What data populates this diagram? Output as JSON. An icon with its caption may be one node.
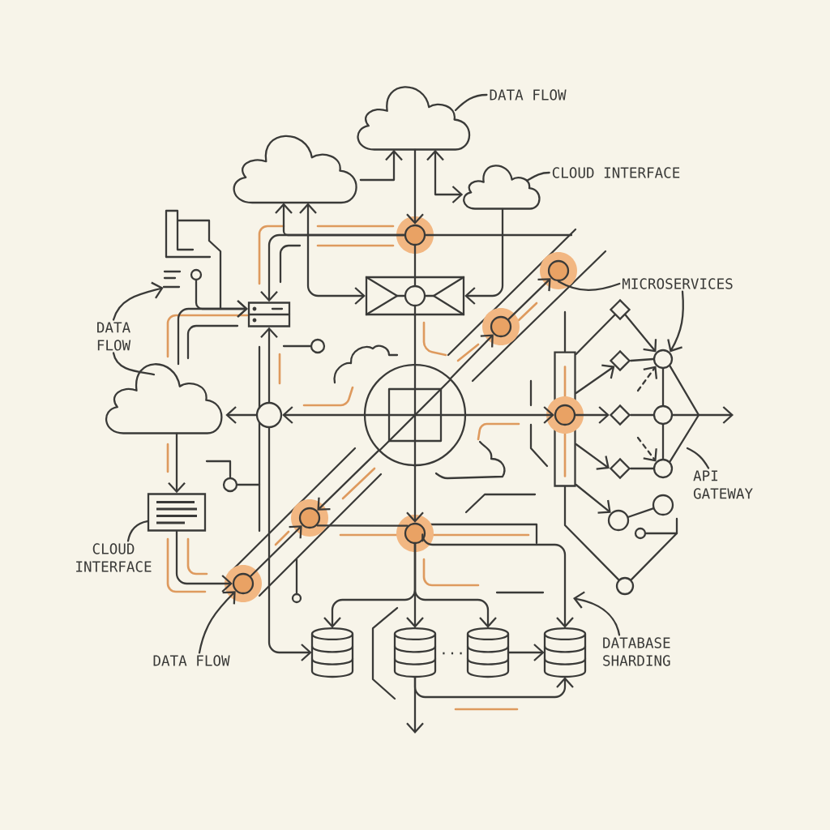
{
  "diagram": {
    "nodes": [
      {
        "text": [],
        "shape": "cloud"
      },
      {
        "text": [
          "DATA FLOW"
        ]
      },
      {
        "text": [],
        "shape": "cloud"
      },
      {
        "text": [],
        "shape": "cloud"
      },
      {
        "text": [
          "CLOUD INTERFACE"
        ]
      },
      {
        "text": [],
        "shape": "circle"
      },
      {
        "text": [],
        "shape": "envelope"
      },
      {
        "text": [],
        "shape": "server"
      },
      {
        "text": [],
        "shape": "cloud"
      },
      {
        "text": [
          "DATA FLOW"
        ]
      },
      {
        "text": [],
        "shape": "circle"
      },
      {
        "text": [],
        "shape": "circle"
      },
      {
        "text": [],
        "shape": "box"
      },
      {
        "text": [
          "CLOUD INTERFACE"
        ]
      },
      {
        "text": [],
        "shape": "circle"
      },
      {
        "text": [
          "DATA FLOW"
        ]
      },
      {
        "text": [],
        "shape": "circle"
      },
      {
        "text": [],
        "shape": "circle"
      },
      {
        "text": [],
        "shape": "circle"
      },
      {
        "text": [],
        "shape": "circle"
      },
      {
        "text": [
          "MICROSERVICES"
        ]
      },
      {
        "text": [],
        "shape": "bar"
      },
      {
        "text": [],
        "shape": "circle"
      },
      {
        "text": [],
        "shape": "diamond"
      },
      {
        "text": [],
        "shape": "diamond"
      },
      {
        "text": [],
        "shape": "diamond"
      },
      {
        "text": [],
        "shape": "diamond"
      },
      {
        "text": [],
        "shape": "circle"
      },
      {
        "text": [],
        "shape": "circle"
      },
      {
        "text": [],
        "shape": "circle"
      },
      {
        "text": [],
        "shape": "circle"
      },
      {
        "text": [],
        "shape": "circle"
      },
      {
        "text": [],
        "shape": "circle"
      },
      {
        "text": [],
        "shape": "circle"
      },
      {
        "text": [
          "API GATEWAY"
        ]
      },
      {
        "text": [],
        "shape": "cylinder"
      },
      {
        "text": [],
        "shape": "cylinder"
      },
      {
        "text": [],
        "shape": "cylinder"
      },
      {
        "text": [],
        "shape": "cylinder"
      },
      {
        "text": [
          "DATABASE SHARDING"
        ]
      },
      {
        "text": [],
        "shape": "lines"
      },
      {
        "text": [],
        "shape": "circle"
      }
    ],
    "edges": [
      {
        "from": 1,
        "to": 0,
        "arrow": "none"
      },
      {
        "from": 4,
        "to": 3,
        "arrow": "none"
      },
      {
        "from": 0,
        "to": 5,
        "arrow": "to"
      },
      {
        "from": 2,
        "to": 0,
        "arrow": "to"
      },
      {
        "from": 0,
        "to": 3,
        "arrow": "both"
      },
      {
        "from": 3,
        "to": 6,
        "arrow": "to"
      },
      {
        "from": 5,
        "to": 6,
        "arrow": "none"
      },
      {
        "from": 6,
        "to": 11,
        "arrow": "none"
      },
      {
        "from": 5,
        "to": 7,
        "arrow": "to"
      },
      {
        "from": 2,
        "to": 6,
        "arrow": "both"
      },
      {
        "from": 5,
        "to": 2,
        "arrow": "to"
      },
      {
        "from": 8,
        "to": 7,
        "arrow": "to"
      },
      {
        "from": 11,
        "to": 10,
        "arrow": "to"
      },
      {
        "from": 10,
        "to": 8,
        "arrow": "to"
      },
      {
        "from": 10,
        "to": 7,
        "arrow": "to"
      },
      {
        "from": 10,
        "to": 35,
        "arrow": "to"
      },
      {
        "from": 8,
        "to": 12,
        "arrow": "to"
      },
      {
        "from": 12,
        "to": 14,
        "arrow": "to"
      },
      {
        "from": 14,
        "to": 16,
        "arrow": "to"
      },
      {
        "from": 11,
        "to": 16,
        "arrow": "to"
      },
      {
        "from": 16,
        "to": 17,
        "arrow": "none"
      },
      {
        "from": 11,
        "to": 17,
        "arrow": "to"
      },
      {
        "from": 17,
        "to": 36,
        "arrow": "to"
      },
      {
        "from": 17,
        "to": 35,
        "arrow": "to"
      },
      {
        "from": 17,
        "to": 37,
        "arrow": "to"
      },
      {
        "from": 17,
        "to": 38,
        "arrow": "to"
      },
      {
        "from": 37,
        "to": 38,
        "arrow": "to"
      },
      {
        "from": 36,
        "to": 38,
        "arrow": "to"
      },
      {
        "from": 36,
        "to": null,
        "arrow": "to"
      },
      {
        "from": 11,
        "to": 18,
        "arrow": "to"
      },
      {
        "from": 18,
        "to": 19,
        "arrow": "to"
      },
      {
        "from": 11,
        "to": 22,
        "arrow": "to"
      },
      {
        "from": 22,
        "to": 25,
        "arrow": "to"
      },
      {
        "from": 21,
        "to": 23,
        "arrow": "none"
      },
      {
        "from": 21,
        "to": 24,
        "arrow": "to"
      },
      {
        "from": 21,
        "to": 26,
        "arrow": "to"
      },
      {
        "from": 21,
        "to": 30,
        "arrow": "to"
      },
      {
        "from": 23,
        "to": 27,
        "arrow": "to"
      },
      {
        "from": 24,
        "to": 27,
        "arrow": "none"
      },
      {
        "from": 25,
        "to": 28,
        "arrow": "none"
      },
      {
        "from": 26,
        "to": 29,
        "arrow": "none"
      },
      {
        "from": 27,
        "to": 28,
        "arrow": "none"
      },
      {
        "from": 28,
        "to": 29,
        "arrow": "none"
      },
      {
        "from": null,
        "to": 27,
        "arrow": "to",
        "style": "dashed"
      },
      {
        "from": null,
        "to": 29,
        "arrow": "to",
        "style": "dashed"
      },
      {
        "from": 28,
        "to": null,
        "arrow": "to"
      },
      {
        "from": 30,
        "to": 31,
        "arrow": "none"
      },
      {
        "from": 21,
        "to": 33,
        "arrow": "none"
      },
      {
        "from": 20,
        "to": 19,
        "arrow": "none"
      },
      {
        "from": 20,
        "to": 27,
        "arrow": "to"
      },
      {
        "from": 9,
        "to": 40,
        "arrow": "to"
      },
      {
        "from": 9,
        "to": 8,
        "arrow": "none"
      },
      {
        "from": 13,
        "to": 12,
        "arrow": "none"
      },
      {
        "from": 15,
        "to": 14,
        "arrow": "to"
      },
      {
        "from": 34,
        "to": null,
        "arrow": "none"
      },
      {
        "from": 39,
        "to": null,
        "arrow": "to"
      },
      {
        "from": 27,
        "to": 29,
        "arrow": "none"
      },
      {
        "from": 32,
        "to": 33,
        "arrow": "none"
      },
      {
        "from": 5,
        "to": null,
        "arrow": "none"
      },
      {
        "from": null,
        "to": 21,
        "arrow": "none"
      },
      {
        "from": 41,
        "to": 7,
        "arrow": "to"
      }
    ],
    "labels": [
      "..."
    ]
  }
}
